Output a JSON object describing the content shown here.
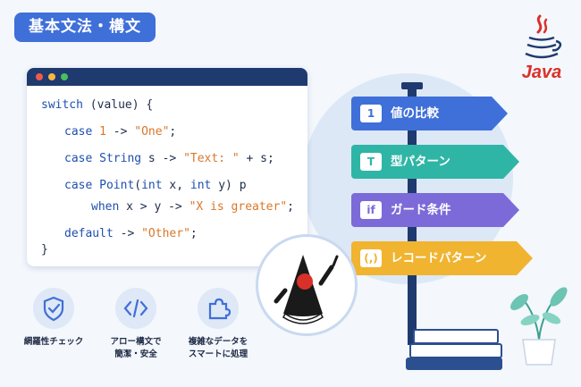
{
  "title": "基本文法・構文",
  "logo": {
    "text": "Java"
  },
  "code": {
    "lines": [
      [
        {
          "t": "switch",
          "c": "kw"
        },
        {
          "t": " (value) {",
          "c": ""
        }
      ],
      [
        {
          "t": "case",
          "c": "kw"
        },
        {
          "t": " ",
          "c": ""
        },
        {
          "t": "1",
          "c": "num"
        },
        {
          "t": " -> ",
          "c": ""
        },
        {
          "t": "\"One\"",
          "c": "str"
        },
        {
          "t": ";",
          "c": ""
        }
      ],
      [
        {
          "t": "case",
          "c": "kw"
        },
        {
          "t": " ",
          "c": ""
        },
        {
          "t": "String",
          "c": "kw"
        },
        {
          "t": " s -> ",
          "c": ""
        },
        {
          "t": "\"Text: \"",
          "c": "str"
        },
        {
          "t": " + s;",
          "c": ""
        }
      ],
      [
        {
          "t": "case",
          "c": "kw"
        },
        {
          "t": " ",
          "c": ""
        },
        {
          "t": "Point",
          "c": "kw"
        },
        {
          "t": "(",
          "c": ""
        },
        {
          "t": "int",
          "c": "kw"
        },
        {
          "t": " x, ",
          "c": ""
        },
        {
          "t": "int",
          "c": "kw"
        },
        {
          "t": " y) p",
          "c": ""
        }
      ],
      [
        {
          "t": "when",
          "c": "kw"
        },
        {
          "t": " x > y -> ",
          "c": ""
        },
        {
          "t": "\"X is greater\"",
          "c": "str"
        },
        {
          "t": ";",
          "c": ""
        }
      ],
      [
        {
          "t": "default",
          "c": "kw"
        },
        {
          "t": " -> ",
          "c": ""
        },
        {
          "t": "\"Other\"",
          "c": "str"
        },
        {
          "t": ";",
          "c": ""
        }
      ],
      [
        {
          "t": "}",
          "c": ""
        }
      ]
    ]
  },
  "features": [
    {
      "icon": "shield-check-icon",
      "line1": "網羅性チェック",
      "line2": ""
    },
    {
      "icon": "code-brackets-icon",
      "line1": "アロー構文で",
      "line2": "簡潔・安全"
    },
    {
      "icon": "puzzle-icon",
      "line1": "複雑なデータを",
      "line2": "スマートに処理"
    }
  ],
  "signs": [
    {
      "tag": "1",
      "label": "値の比較",
      "color": "#3f6fd8"
    },
    {
      "tag": "T",
      "label": "型パターン",
      "color": "#2fb5a6"
    },
    {
      "tag": "if",
      "label": "ガード条件",
      "color": "#7b6ad8"
    },
    {
      "tag": "(,)",
      "label": "レコードパターン",
      "color": "#f0b430"
    }
  ],
  "colors": {
    "accent": "#3f6fd8",
    "navy": "#1f3a6e",
    "java_red": "#d9302a"
  }
}
